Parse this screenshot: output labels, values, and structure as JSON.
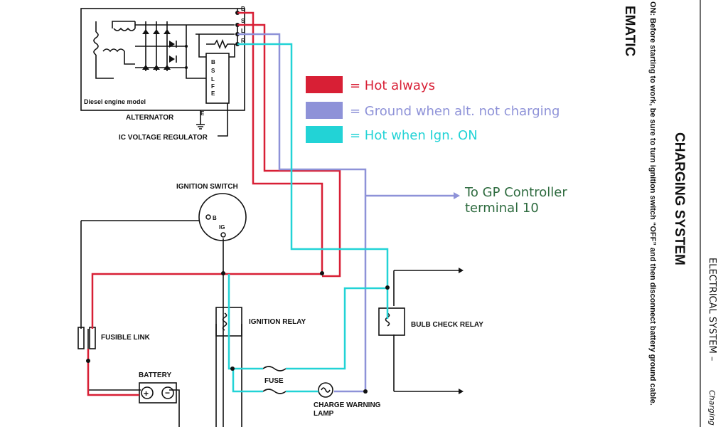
{
  "diagram": {
    "component_labels": {
      "alternator": "ALTERNATOR",
      "diesel_model": "Diesel engine model",
      "ic_regulator": "IC VOLTAGE REGULATOR",
      "ignition_switch": "IGNITION SWITCH",
      "fusible_link": "FUSIBLE LINK",
      "battery": "BATTERY",
      "ignition_relay": "IGNITION RELAY",
      "fuse": "FUSE",
      "charge_lamp_line1": "CHARGE WARNING",
      "charge_lamp_line2": "LAMP",
      "bulb_check_relay": "BULB CHECK RELAY"
    },
    "terminals": {
      "alt_b": "B",
      "alt_s": "S",
      "alt_l": "L",
      "alt_r": "R",
      "reg_b": "B",
      "reg_s": "S",
      "reg_l": "L",
      "reg_f": "F",
      "reg_e": "E",
      "alt_e": "E",
      "sw_b": "B",
      "sw_ig": "IG"
    },
    "legend": [
      {
        "text": "= Hot always",
        "color": "#d81f35"
      },
      {
        "text": "= Ground when alt. not charging",
        "color": "#8e92d8"
      },
      {
        "text": "= Hot when Ign. ON",
        "color": "#22d3d6"
      }
    ],
    "note_line1": "To GP Controller",
    "note_line2": "terminal 10",
    "page_title": "CHARGING SYSTEM",
    "caution": "ON:  Before starting to work, be sure to turn ignition switch “OFF” and then disconnect battery ground cable.",
    "schematic_fragment": "EMATIC",
    "system_header": "ELECTRICAL SYSTEM –",
    "system_header_sub": "Charging"
  }
}
